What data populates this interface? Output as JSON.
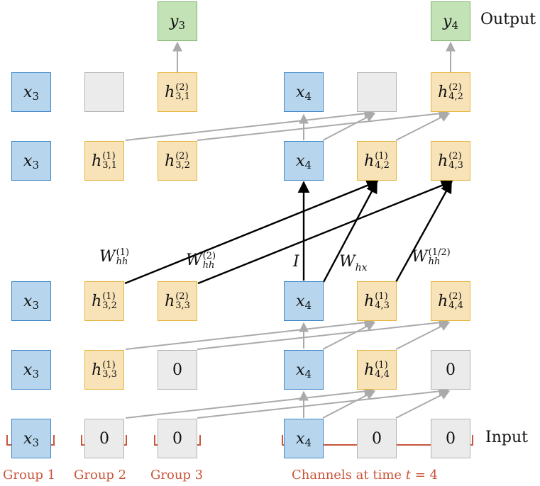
{
  "labels": {
    "output": "Output",
    "input": "Input"
  },
  "groups": {
    "g1": "Group 1",
    "g2": "Group 2",
    "g3": "Group 3",
    "channels": "Channels at time t = 4"
  },
  "weights": {
    "whh1": "W_hh^(1)",
    "whh2": "W_hh^(2)",
    "identity": "I",
    "whx": "W_hx",
    "whh12": "W_hh^(1/2)"
  },
  "outputs": {
    "y3": "y3",
    "y4": "y4"
  },
  "rows": {
    "r1": [
      "x3",
      "",
      "h(2)3,1",
      "x4",
      "",
      "h(2)4,2"
    ],
    "r2": [
      "x3",
      "h(1)3,1",
      "h(2)3,2",
      "x4",
      "h(1)4,2",
      "h(2)4,3"
    ],
    "r3": [
      "x3",
      "h(1)3,2",
      "h(2)3,3",
      "x4",
      "h(1)4,3",
      "h(2)4,4"
    ],
    "r4": [
      "x3",
      "h(1)3,3",
      "0",
      "x4",
      "h(1)4,4",
      "0"
    ],
    "r5": [
      "x3",
      "0",
      "0",
      "x4",
      "0",
      "0"
    ]
  },
  "colors": {
    "blue_fill": "#b7d6ee",
    "yellow_fill": "#f8e3b8",
    "gray_fill": "#ebebeb",
    "green_fill": "#c3e2b6",
    "arrow_gray": "#aaaaaa",
    "arrow_black": "#000000",
    "bracket": "#c9553a"
  }
}
